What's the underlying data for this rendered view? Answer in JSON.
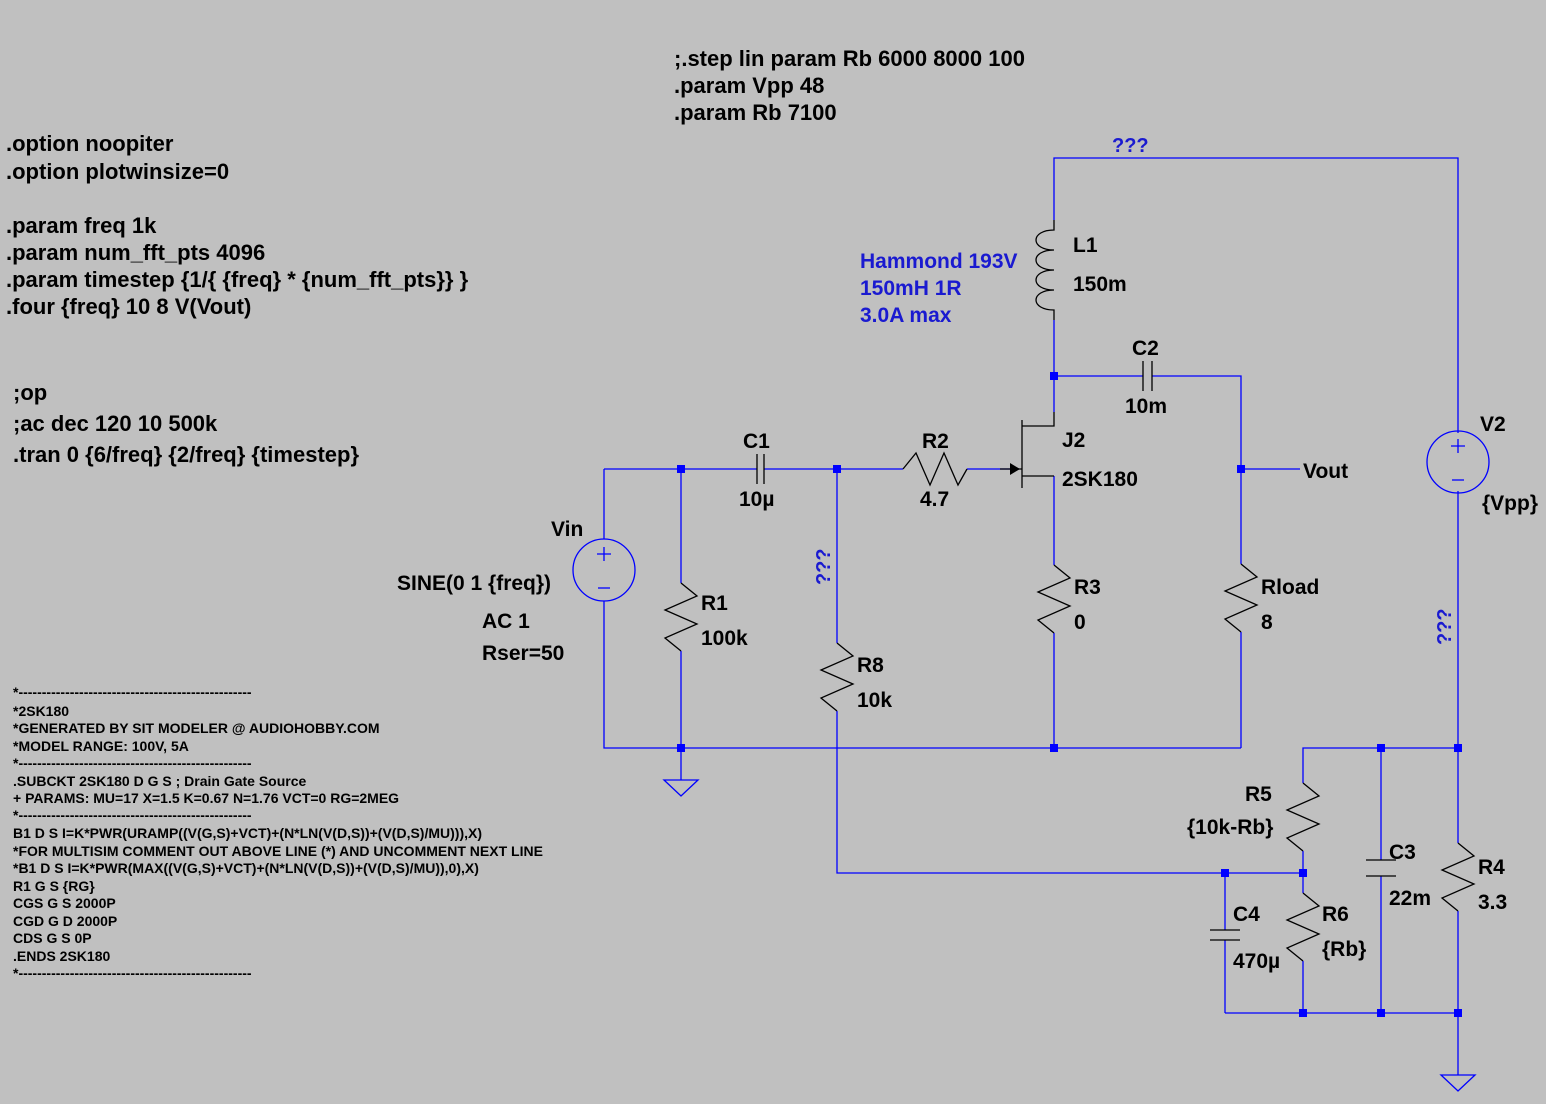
{
  "colors": {
    "background": "#c0c0c0",
    "wire": "#0000ff",
    "component": "#000000",
    "comment": "#1a1ad0"
  },
  "directives_top": [
    ";.step lin param Rb 6000 8000 100",
    ".param Vpp 48",
    ".param Rb 7100"
  ],
  "directives_left": [
    ".option noopiter",
    ".option plotwinsize=0",
    "",
    ".param freq 1k",
    ".param num_fft_pts 4096",
    ".param timestep {1/{ {freq} * {num_fft_pts}} }",
    ".four {freq} 10 8 V(Vout)"
  ],
  "analysis": [
    ";op",
    ";ac dec 120 10 500k",
    ".tran 0 {6/freq} {2/freq} {timestep}"
  ],
  "subckt": [
    "*--------------------------------------------------",
    "*2SK180",
    "*GENERATED BY SIT MODELER @ AUDIOHOBBY.COM",
    "*MODEL RANGE: 100V, 5A",
    "*--------------------------------------------------",
    ".SUBCKT 2SK180 D G S ; Drain Gate Source",
    "+ PARAMS: MU=17 X=1.5 K=0.67 N=1.76 VCT=0 RG=2MEG",
    "*--------------------------------------------------",
    "B1 D S I=K*PWR(URAMP((V(G,S)+VCT)+(N*LN(V(D,S))+(V(D,S)/MU))),X)",
    "*FOR MULTISIM COMMENT OUT ABOVE LINE (*) AND UNCOMMENT NEXT LINE",
    "*B1 D S I=K*PWR(MAX((V(G,S)+VCT)+(N*LN(V(D,S))+(V(D,S)/MU)),0),X)",
    "R1 G S {RG}",
    "CGS G S 2000P",
    "CGD G D 2000P",
    "CDS G S 0P",
    ".ENDS 2SK180",
    "*--------------------------------------------------"
  ],
  "comments": {
    "hammond": [
      "Hammond 193V",
      "150mH 1R",
      "3.0A max"
    ],
    "q_top": "???",
    "q_r8": "???",
    "q_r4": "???"
  },
  "components": {
    "Vin": {
      "name": "Vin",
      "value": "SINE(0 1 {freq})",
      "ac": "AC 1",
      "rser": "Rser=50"
    },
    "C1": {
      "name": "C1",
      "value": "10µ"
    },
    "R1": {
      "name": "R1",
      "value": "100k"
    },
    "R2": {
      "name": "R2",
      "value": "4.7"
    },
    "R8": {
      "name": "R8",
      "value": "10k"
    },
    "J2": {
      "name": "J2",
      "value": "2SK180"
    },
    "L1": {
      "name": "L1",
      "value": "150m"
    },
    "C2": {
      "name": "C2",
      "value": "10m"
    },
    "R3": {
      "name": "R3",
      "value": "0"
    },
    "Rload": {
      "name": "Rload",
      "value": "8"
    },
    "V2": {
      "name": "V2",
      "value": "{Vpp}"
    },
    "R5": {
      "name": "R5",
      "value": "{10k-Rb}"
    },
    "R6": {
      "name": "R6",
      "value": "{Rb}"
    },
    "C3": {
      "name": "C3",
      "value": "22m"
    },
    "C4": {
      "name": "C4",
      "value": "470µ"
    },
    "R4": {
      "name": "R4",
      "value": "3.3"
    }
  },
  "net_labels": {
    "vout": "Vout"
  }
}
